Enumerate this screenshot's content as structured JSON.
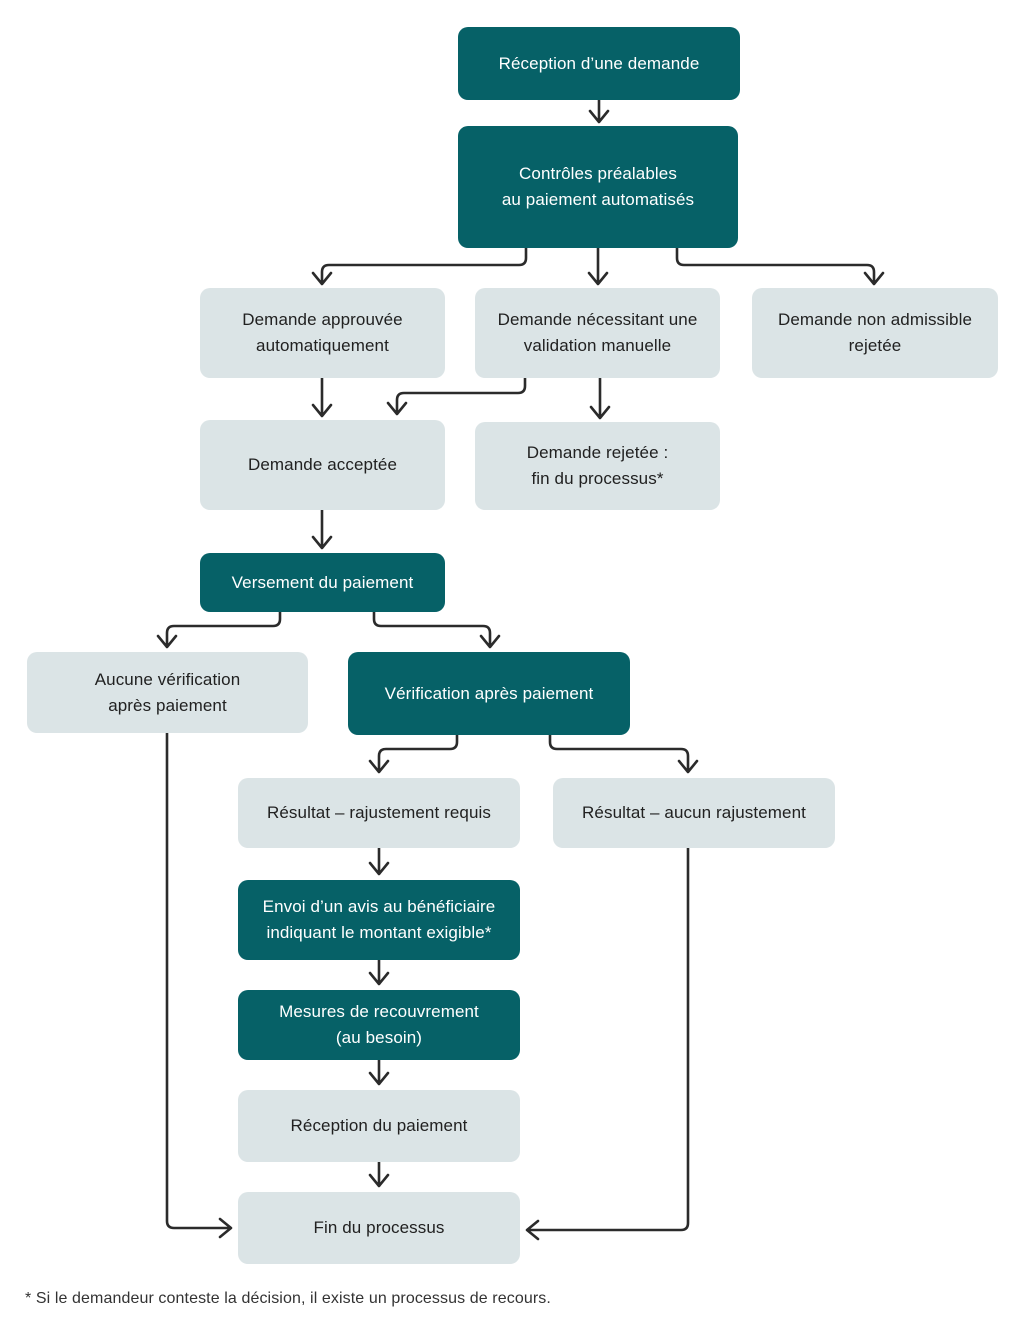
{
  "colors": {
    "teal": "#066167",
    "light": "#dbe4e6",
    "arrow": "#2b2b2b",
    "text_dark": "#212121",
    "text_light": "#ffffff",
    "background": "#ffffff"
  },
  "nodes": {
    "reception_demande": {
      "label": "Réception d’une demande",
      "style": "teal"
    },
    "controles_prealables": {
      "label": "Contrôles préalables\nau paiement automatisés",
      "style": "teal"
    },
    "approuvee_automatiquement": {
      "label": "Demande approuvée\nautomatiquement",
      "style": "light"
    },
    "necessitant_validation": {
      "label": "Demande nécessitant une\nvalidation manuelle",
      "style": "light"
    },
    "non_admissible_rejetee": {
      "label": "Demande non admissible\nrejetée",
      "style": "light"
    },
    "demande_acceptee": {
      "label": "Demande acceptée",
      "style": "light"
    },
    "rejetee_fin_processus": {
      "label": "Demande rejetée :\nfin du processus*",
      "style": "light"
    },
    "versement_paiement": {
      "label": "Versement du paiement",
      "style": "teal"
    },
    "aucune_verification": {
      "label": "Aucune vérification\naprès paiement",
      "style": "light"
    },
    "verification_apres_paiement": {
      "label": "Vérification après paiement",
      "style": "teal"
    },
    "resultat_rajustement_requis": {
      "label": "Résultat – rajustement requis",
      "style": "light"
    },
    "resultat_aucun_rajustement": {
      "label": "Résultat – aucun rajustement",
      "style": "light"
    },
    "envoi_avis_beneficiaire": {
      "label": "Envoi d’un avis au bénéficiaire\nindiquant le montant exigible*",
      "style": "teal"
    },
    "mesures_recouvrement": {
      "label": "Mesures de recouvrement\n(au besoin)",
      "style": "teal"
    },
    "reception_paiement": {
      "label": "Réception du paiement",
      "style": "light"
    },
    "fin_processus": {
      "label": "Fin du processus",
      "style": "light"
    }
  },
  "edges": [
    {
      "from": "reception_demande",
      "to": "controles_prealables"
    },
    {
      "from": "controles_prealables",
      "to": "approuvee_automatiquement"
    },
    {
      "from": "controles_prealables",
      "to": "necessitant_validation"
    },
    {
      "from": "controles_prealables",
      "to": "non_admissible_rejetee"
    },
    {
      "from": "approuvee_automatiquement",
      "to": "demande_acceptee"
    },
    {
      "from": "necessitant_validation",
      "to": "demande_acceptee"
    },
    {
      "from": "necessitant_validation",
      "to": "rejetee_fin_processus"
    },
    {
      "from": "demande_acceptee",
      "to": "versement_paiement"
    },
    {
      "from": "versement_paiement",
      "to": "aucune_verification"
    },
    {
      "from": "versement_paiement",
      "to": "verification_apres_paiement"
    },
    {
      "from": "verification_apres_paiement",
      "to": "resultat_rajustement_requis"
    },
    {
      "from": "verification_apres_paiement",
      "to": "resultat_aucun_rajustement"
    },
    {
      "from": "resultat_rajustement_requis",
      "to": "envoi_avis_beneficiaire"
    },
    {
      "from": "envoi_avis_beneficiaire",
      "to": "mesures_recouvrement"
    },
    {
      "from": "mesures_recouvrement",
      "to": "reception_paiement"
    },
    {
      "from": "reception_paiement",
      "to": "fin_processus"
    },
    {
      "from": "aucune_verification",
      "to": "fin_processus"
    },
    {
      "from": "resultat_aucun_rajustement",
      "to": "fin_processus"
    }
  ],
  "footnote": "* Si le demandeur conteste la décision, il existe un processus de recours."
}
